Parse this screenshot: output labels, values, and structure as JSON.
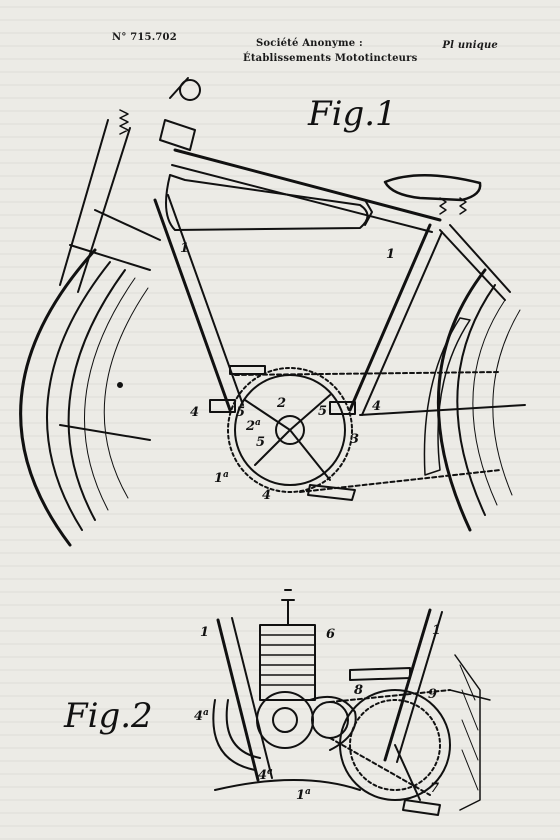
{
  "header": {
    "patent_number": "N° 715.702",
    "company_line1": "Société Anonyme :",
    "company_line2": "Établissements Mototincteurs",
    "plate": "Pl unique"
  },
  "figures": {
    "fig1_title": "Fig.1",
    "fig2_title": "Fig.2"
  },
  "labels": {
    "l1": "1",
    "l2": "1",
    "l4a": "4",
    "l5a": "5",
    "l2b": "2",
    "l5b": "5",
    "l4b": "4",
    "l2a_main": "2",
    "l2a_sup": "a",
    "l5c": "5",
    "l3": "3",
    "l1a_main": "1",
    "l1a_sup": "a",
    "l4c": "4",
    "f2_1": "1",
    "f2_6": "6",
    "f2_1b": "1",
    "f2_4a_main": "4",
    "f2_4a_sup": "a",
    "f2_8": "8",
    "f2_9": "9",
    "f2_4b_main": "4",
    "f2_4b_sup": "a",
    "f2_1a_main": "1",
    "f2_1a_sup": "a",
    "f2_7": "7"
  },
  "colors": {
    "paper": "#ecebe6",
    "ink": "#111111"
  }
}
